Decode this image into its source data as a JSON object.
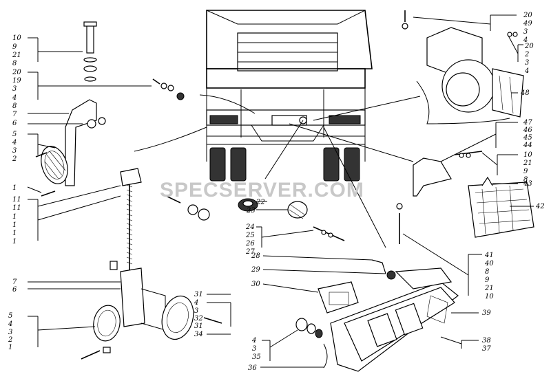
{
  "watermark": "SPECSERVER.COM",
  "groups": {
    "top_left": [
      "10",
      "9",
      "21",
      "8",
      "20",
      "19",
      "3",
      "4",
      "8",
      "7",
      "6",
      "5",
      "4",
      "3",
      "2",
      "1"
    ],
    "mid_left": [
      "11",
      "11",
      "1",
      "1",
      "1",
      "1"
    ],
    "bottom_left_upper": [
      "7",
      "6"
    ],
    "bottom_left_lower": [
      "5",
      "4",
      "3",
      "2",
      "1"
    ],
    "top_right_a": [
      "20",
      "49",
      "3",
      "4"
    ],
    "top_right_b": [
      "20",
      "2",
      "3",
      "4"
    ],
    "horn": "48",
    "bracket_right": [
      "47",
      "46",
      "45",
      "44",
      "10",
      "21",
      "9",
      "8",
      "43"
    ],
    "lamp_right": "42",
    "mount_right": [
      "41",
      "40",
      "8",
      "9",
      "21",
      "10"
    ],
    "tail_left": [
      "28",
      "29",
      "30"
    ],
    "tail_right_a": "39",
    "tail_right_b": [
      "38",
      "37"
    ],
    "center_a": "22",
    "center_b": "23",
    "center_group": [
      "24",
      "25",
      "26",
      "27"
    ],
    "reflector_right": [
      "31",
      "4",
      "3",
      "32",
      "31",
      "34"
    ],
    "bottom_mid": [
      "4",
      "3",
      "35",
      "36"
    ]
  }
}
